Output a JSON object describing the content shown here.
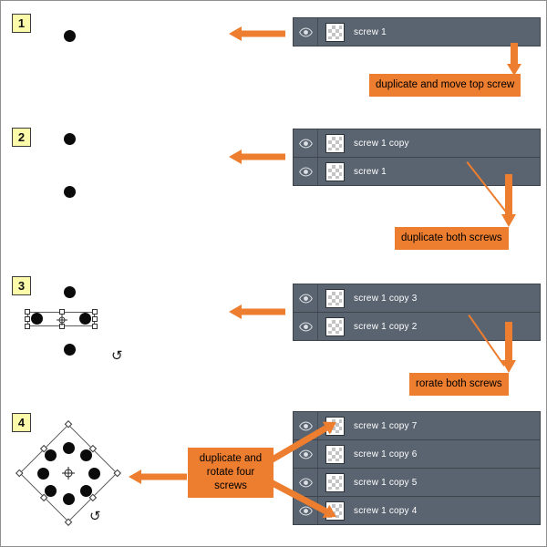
{
  "colors": {
    "accent_orange": "#ED7D2F",
    "layer_row_bg": "#5A6470",
    "badge_yellow": "#FBFBA9"
  },
  "icons": {
    "rotate_glyph": "↺",
    "eye": "visibility-eye",
    "thumbnail": "transparent-checkerboard"
  },
  "steps": [
    {
      "number": "1",
      "caption": "duplicate and move top screw",
      "layers": [
        {
          "name": "screw 1"
        }
      ]
    },
    {
      "number": "2",
      "caption": "duplicate both screws",
      "layers": [
        {
          "name": "screw 1 copy"
        },
        {
          "name": "screw 1"
        }
      ]
    },
    {
      "number": "3",
      "caption": "rorate both screws",
      "layers": [
        {
          "name": "screw 1 copy 3"
        },
        {
          "name": "screw 1 copy 2"
        }
      ]
    },
    {
      "number": "4",
      "caption": "duplicate and rotate four screws",
      "layers": [
        {
          "name": "screw 1 copy 7"
        },
        {
          "name": "screw 1 copy 6"
        },
        {
          "name": "screw 1 copy 5"
        },
        {
          "name": "screw 1 copy 4"
        }
      ]
    }
  ]
}
